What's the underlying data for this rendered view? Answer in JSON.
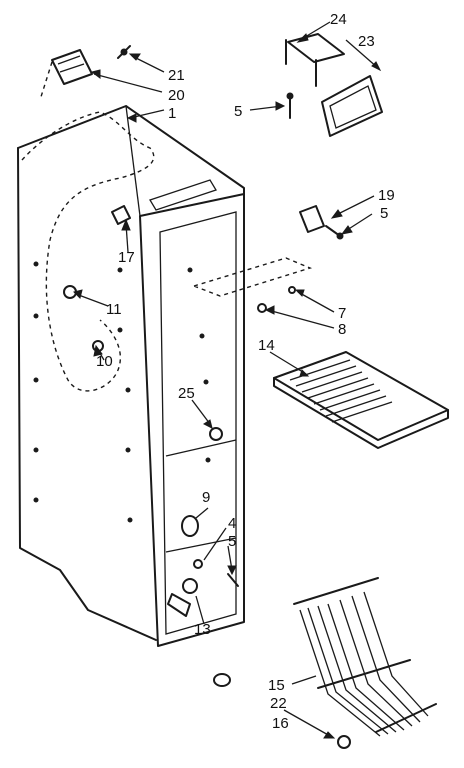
{
  "diagram": {
    "callouts": [
      "24",
      "23",
      "21",
      "20",
      "1",
      "5",
      "19",
      "5",
      "17",
      "11",
      "10",
      "7",
      "8",
      "14",
      "25",
      "9",
      "4",
      "5",
      "13",
      "15",
      "22",
      "16"
    ]
  }
}
